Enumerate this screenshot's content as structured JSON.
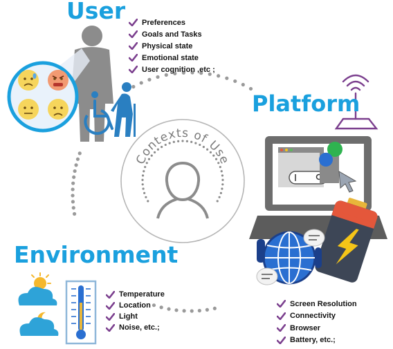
{
  "diagram": {
    "center_label": "Contexts of Use",
    "user": {
      "heading": "User",
      "items": [
        "Preferences",
        "Goals and Tasks",
        "Physical state",
        "Emotional state",
        "User cognition ,etc ;"
      ]
    },
    "platform": {
      "heading": "Platform",
      "items": [
        "Screen Resolution",
        "Connectivity",
        "Browser",
        "Battery, etc.;"
      ]
    },
    "environment": {
      "heading": "Environment",
      "items": [
        "Temperature",
        "Location",
        "Light",
        "Noise, etc.;"
      ]
    }
  },
  "colors": {
    "heading_blue": "#1aa0de",
    "check_purple": "#7b3f8e",
    "dot_gray": "#9a9a9a",
    "person_gray": "#8c8c8c",
    "wheelchair_blue": "#2a7fc1",
    "emoji_yellow": "#f6d55c",
    "laptop_gray": "#6d6d6d",
    "battery_dark": "#3d4656",
    "battery_red": "#e4573b",
    "lightning_yellow": "#f5c518",
    "globe_blue": "#2a6fd1",
    "cloud_blue": "#2ea3d8",
    "sun_yellow": "#f5b82e"
  },
  "icons": [
    "person-icon",
    "wheelchair-icon",
    "elderly-person-icon",
    "emoji-bubble-icon",
    "wifi-antenna-icon",
    "laptop-icon",
    "globe-icon",
    "battery-icon",
    "cloud-sun-icon",
    "cloud-moon-icon",
    "thermometer-icon",
    "head-silhouette-icon"
  ]
}
